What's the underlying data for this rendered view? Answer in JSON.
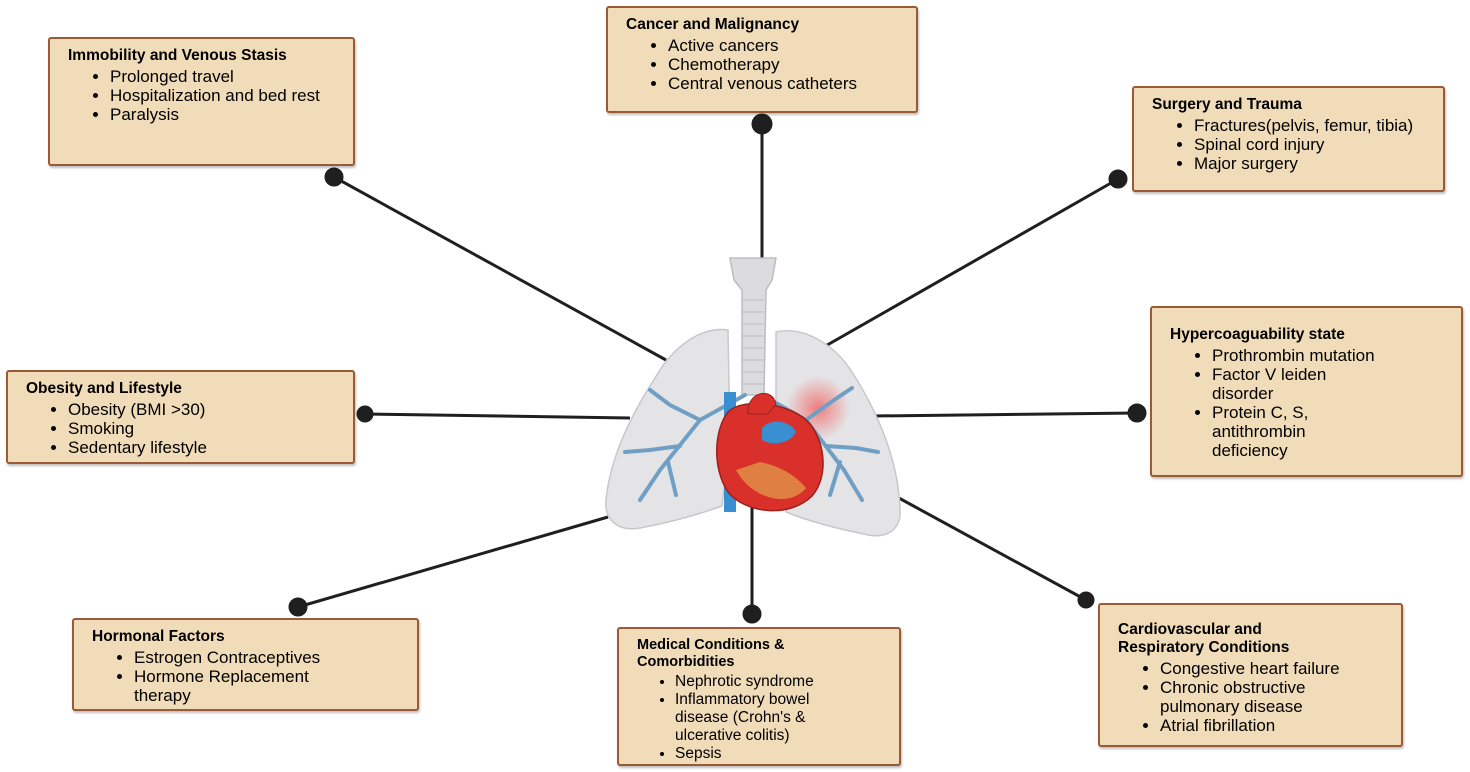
{
  "boxes": {
    "immobility": {
      "title": "Immobility and Venous Stasis",
      "items": [
        "Prolonged travel",
        "Hospitalization and bed rest",
        "Paralysis"
      ]
    },
    "cancer": {
      "title": "Cancer and Malignancy",
      "items": [
        "Active cancers",
        "Chemotherapy",
        "Central venous catheters"
      ]
    },
    "surgery": {
      "title": "Surgery and Trauma",
      "items": [
        "Fractures(pelvis, femur, tibia)",
        "Spinal cord injury",
        "Major surgery"
      ]
    },
    "obesity": {
      "title": "Obesity and Lifestyle",
      "items": [
        "Obesity (BMI >30)",
        "Smoking",
        "Sedentary lifestyle"
      ]
    },
    "hypercoag": {
      "title": "Hypercoaguability state",
      "items": [
        "Prothrombin mutation",
        "Factor V leiden disorder",
        "Protein C, S, antithrombin deficiency"
      ]
    },
    "hormonal": {
      "title": "Hormonal Factors",
      "items": [
        "Estrogen Contraceptives",
        "Hormone Replacement therapy"
      ]
    },
    "medical": {
      "title": "Medical Conditions & Comorbidities",
      "items": [
        "Nephrotic syndrome",
        "Inflammatory bowel disease (Crohn's & ulcerative colitis)",
        "Sepsis"
      ]
    },
    "cardio": {
      "title": "Cardiovascular and Respiratory Conditions",
      "items": [
        "Congestive heart failure",
        "Chronic obstructive pulmonary disease",
        "Atrial fibrillation"
      ]
    }
  },
  "colors": {
    "box_fill": "#f1dcb9",
    "box_border": "#9a5a36",
    "connector": "#1f1f1f",
    "lung": "#e4e4e6",
    "bronchi": "#6f9fc4",
    "heart": "#d9302c",
    "vein": "#3a8fd0"
  },
  "icons": [
    "lungs-heart-illustration-icon"
  ]
}
